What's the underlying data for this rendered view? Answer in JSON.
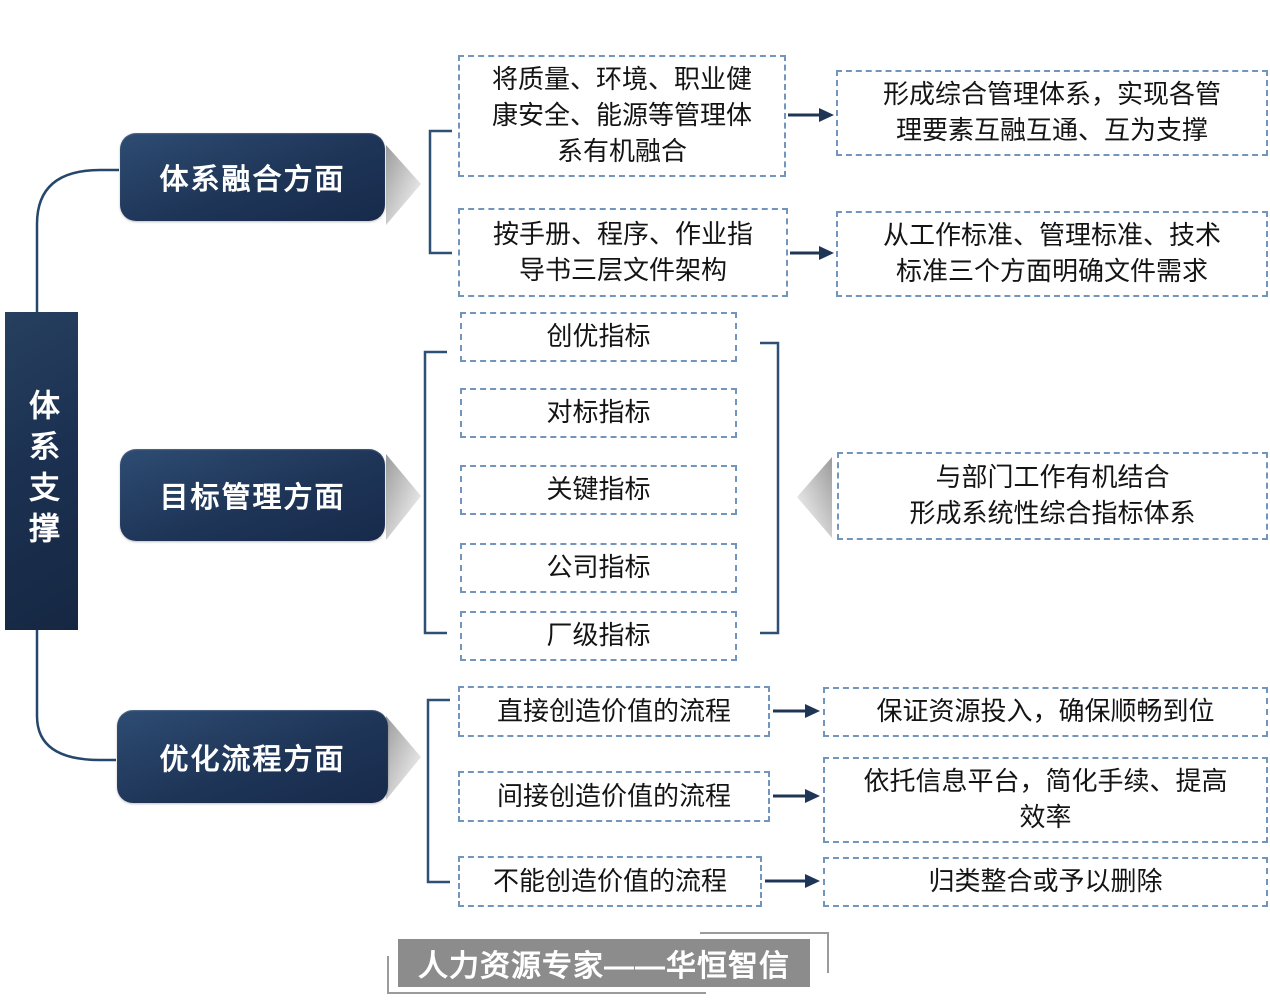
{
  "root": {
    "label": "体系支撑"
  },
  "categories": [
    {
      "label": "体系融合方面"
    },
    {
      "label": "目标管理方面"
    },
    {
      "label": "优化流程方面"
    }
  ],
  "fusion_section": {
    "rows": [
      {
        "cause_lines": [
          "将质量、环境、职业健",
          "康安全、能源等管理体",
          "系有机融合"
        ],
        "effect_lines": [
          "形成综合管理体系，实现各管",
          "理要素互融互通、互为支撑"
        ]
      },
      {
        "cause_lines": [
          "按手册、程序、作业指",
          "导书三层文件架构"
        ],
        "effect_lines": [
          "从工作标准、管理标准、技术",
          "标准三个方面明确文件需求"
        ]
      }
    ]
  },
  "target_section": {
    "indicators": [
      "创优指标",
      "对标指标",
      "关键指标",
      "公司指标",
      "厂级指标"
    ],
    "summary_lines": [
      "与部门工作有机结合",
      "形成系统性综合指标体系"
    ]
  },
  "process_section": {
    "rows": [
      {
        "cause": "直接创造价值的流程",
        "effect_lines": [
          "保证资源投入，确保顺畅到位"
        ]
      },
      {
        "cause": "间接创造价值的流程",
        "effect_lines": [
          "依托信息平台，简化手续、提高",
          "效率"
        ]
      },
      {
        "cause": "不能创造价值的流程",
        "effect_lines": [
          "归类整合或予以删除"
        ]
      }
    ]
  },
  "footer": {
    "banner": "人力资源专家——华恒智信"
  },
  "colors": {
    "navy": "#1e3557",
    "dashed_border": "#7295bd",
    "connector": "#24476b",
    "arrow": "#1f3556",
    "banner_gray": "#8c8c8c"
  }
}
